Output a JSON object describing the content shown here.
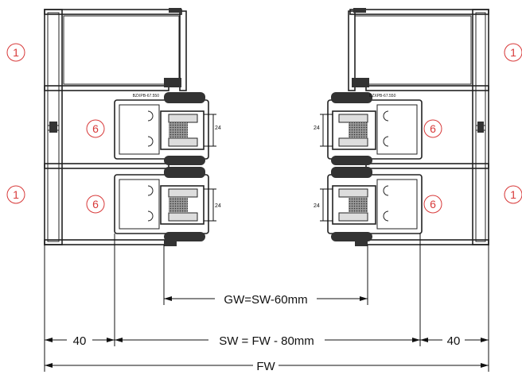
{
  "callouts": {
    "c1a": "1",
    "c1b": "1",
    "c1c": "1",
    "c1d": "1",
    "c6a": "6",
    "c6b": "6",
    "c6c": "6",
    "c6d": "6"
  },
  "dimensions": {
    "gw": "GW=SW-60mm",
    "sw": "SW = FW - 80mm",
    "fw": "FW",
    "left_40": "40",
    "right_40": "40",
    "d24a": "24",
    "d24b": "24",
    "d24c": "24",
    "d24d": "24"
  },
  "labels": {
    "code_left": "BZXPB-67.550",
    "code_right": "BZXPB-67.550"
  },
  "colors": {
    "callout": "#d83a3a",
    "line": "#222222",
    "fill_dark": "#333333",
    "mesh": "#555555"
  }
}
